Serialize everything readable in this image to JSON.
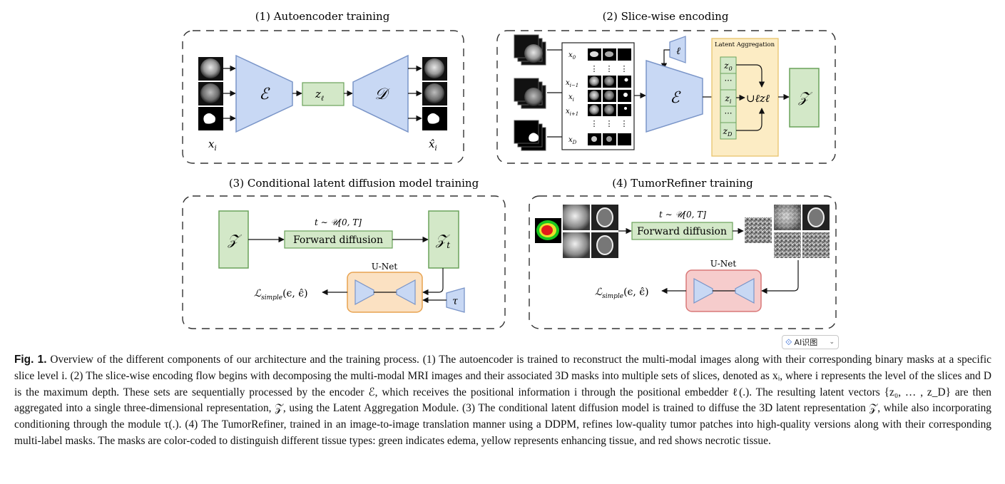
{
  "panels": {
    "p1_title": "(1) Autoencoder training",
    "p2_title": "(2) Slice-wise encoding",
    "p3_title": "(3) Conditional latent diffusion model training",
    "p4_title": "(4) TumorRefiner training"
  },
  "labels": {
    "encoder": "ℰ",
    "decoder": "𝒟",
    "latent": "z",
    "latent_sub": "ℓ",
    "input": "x",
    "input_sub": "i",
    "recon": "x̂",
    "recon_sub": "i",
    "pos_embedder": "ℓ",
    "agg_title": "Latent Aggregation",
    "z0": "z",
    "z0_sub": "0",
    "zi": "z",
    "zi_sub": "i",
    "zD": "z",
    "zD_sub": "D",
    "dots": "⋯",
    "union": "∪ℓzℓ",
    "Z": "𝒵",
    "Zt": "𝒵",
    "Zt_sub": "t",
    "x0": "x",
    "x0_sub": "0",
    "xim1": "x",
    "xim1_sub": "i−1",
    "xi": "x",
    "xi_sub": "i",
    "xip1": "x",
    "xip1_sub": "i+1",
    "xD": "x",
    "xD_sub": "D",
    "vdots": "⋮",
    "t_sample": "t ∼ 𝒰[0, T]",
    "forward_diffusion": "Forward diffusion",
    "unet": "U-Net",
    "loss": "ℒ",
    "loss_sub": "simple",
    "loss_args": "(ϵ, ϵ̂)",
    "tau": "τ"
  },
  "ai_chip": {
    "label": "AI识图",
    "icon": "ai-recognize-icon",
    "chevron": "chevron-down-icon"
  },
  "caption": {
    "prefix": "Fig. 1.",
    "text": "Overview of the different components of our architecture and the training process. (1) The autoencoder is trained to reconstruct the multi-modal images along with their corresponding binary masks at a specific slice level i. (2) The slice-wise encoding flow begins with decomposing the multi-modal MRI images and their associated 3D masks into multiple sets of slices, denoted as xᵢ, where i represents the level of the slices and D is the maximum depth. These sets are sequentially processed by the encoder ℰ, which receives the positional information i through the positional embedder ℓ(.). The resulting latent vectors {z₀, … , z_D} are then aggregated into a single three-dimensional representation, 𝒵, using the Latent Aggregation Module. (3) The conditional latent diffusion model is trained to diffuse the 3D latent representation 𝒵, while also incorporating conditioning through the module τ(.). (4) The TumorRefiner, trained in an image-to-image translation manner using a DDPM, refines low-quality tumor patches into high-quality versions along with their corresponding multi-label masks. The masks are color-coded to distinguish different tissue types: green indicates edema, yellow represents enhancing tissue, and red shows necrotic tissue."
  },
  "colors": {
    "trapezoid_fill": "#c8d8f4",
    "trapezoid_stroke": "#7a95c8",
    "green_fill": "#d3e8c8",
    "green_stroke": "#6aa25a",
    "agg_fill": "#fcecc4",
    "agg_stroke": "#e8c46c",
    "unet_orange_fill": "#fbe1c2",
    "unet_orange_stroke": "#e8a350",
    "unet_red_fill": "#f6cccc",
    "unet_red_stroke": "#d97878",
    "dashed": "#333333"
  }
}
